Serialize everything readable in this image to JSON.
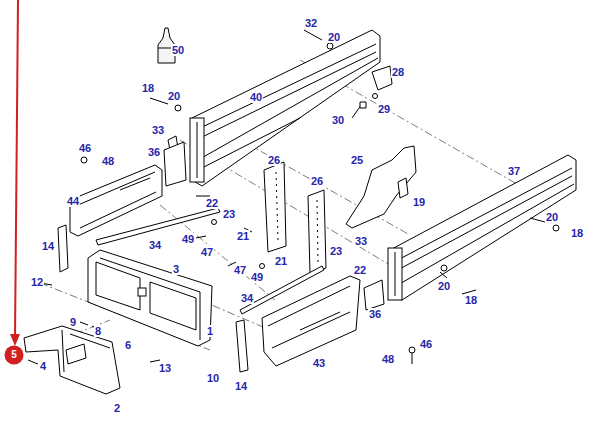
{
  "diagram": {
    "nodes": [
      {
        "text": [
          "5"
        ]
      }
    ],
    "labels": [
      "50",
      "32",
      "20",
      "28",
      "18",
      "20",
      "40",
      "29",
      "30",
      "33",
      "36",
      "46",
      "48",
      "25",
      "26",
      "37",
      "26",
      "44",
      "22",
      "19",
      "23",
      "20",
      "18",
      "21",
      "49",
      "33",
      "14",
      "34",
      "47",
      "23",
      "21",
      "3",
      "47",
      "22",
      "49",
      "12",
      "20",
      "34",
      "18",
      "36",
      "9",
      "1",
      "8",
      "46",
      "6",
      "48",
      "43",
      "4",
      "13",
      "10",
      "14",
      "2"
    ]
  }
}
